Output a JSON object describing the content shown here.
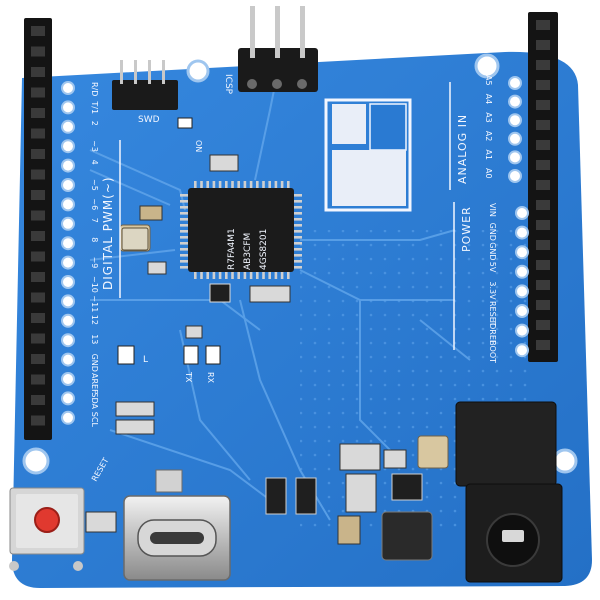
{
  "colors": {
    "board": "#2f7fd6",
    "board_dark": "#1f5fb0",
    "trace": "#5fa4ea",
    "header": "#141414",
    "chip": "#1b1b1b",
    "silk": "#f2f6ff",
    "copper": "#e9e6dc"
  },
  "board": {
    "icsp_label": "ICSP",
    "swd_label": "SWD",
    "on_label": "ON",
    "l_label": "L",
    "tx_label": "TX",
    "rx_label": "RX",
    "reset_label": "RESET",
    "chip_lines": [
      "R7FA4M1",
      "AB3CFM",
      "4GS8201"
    ],
    "digital_label": "DIGITAL PWM(~)",
    "analog_label": "ANALOG IN",
    "power_label": "POWER",
    "digital_pins": [
      "R/D",
      "T/1",
      "2",
      "~3",
      "4",
      "~5",
      "~6",
      "7",
      "8",
      "~9",
      "~10",
      "~11",
      "12",
      "13",
      "GND",
      "AREF",
      "SDA",
      "SCL"
    ],
    "analog_pins": [
      "A5",
      "A4",
      "A3",
      "A2",
      "A1",
      "A0"
    ],
    "power_pins": [
      "VIN",
      "GND",
      "GND",
      "5V",
      "3.3V",
      "RESET",
      "IOREF",
      "BOOT"
    ]
  }
}
